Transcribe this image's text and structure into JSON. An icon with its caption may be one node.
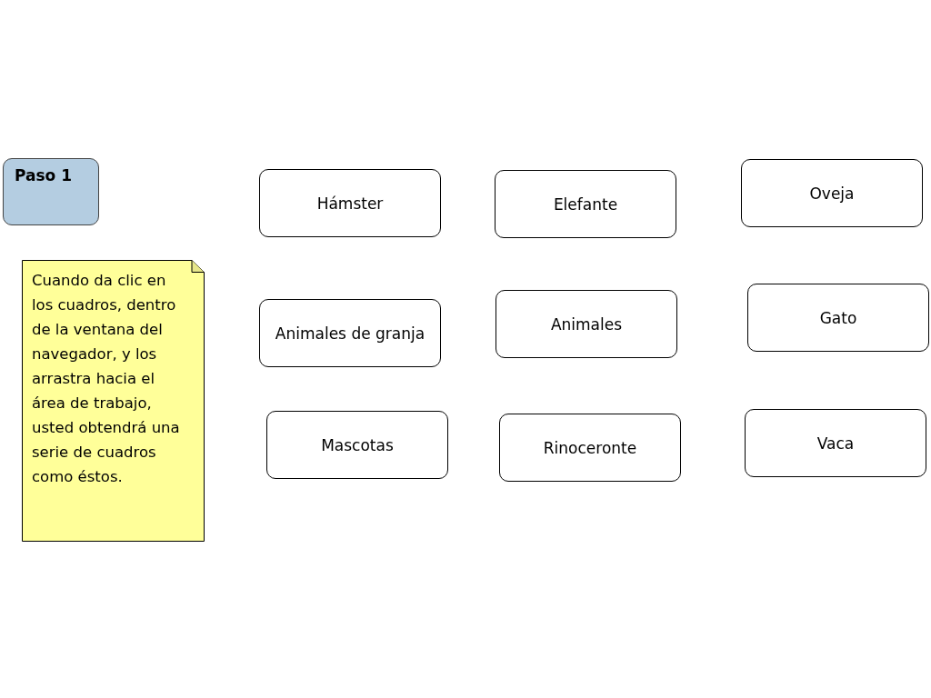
{
  "diagram": {
    "nodes": [
      {
        "text": [
          "Paso 1"
        ]
      },
      {
        "text": [
          "Hámster"
        ]
      },
      {
        "text": [
          "Elefante"
        ]
      },
      {
        "text": [
          "Oveja"
        ]
      },
      {
        "text": [
          "Cuando da clic en los cuadros, dentro de la ventana del navegador, y los arrastra hacia el área de trabajo, usted obtendrá una serie de cuadros como éstos."
        ]
      },
      {
        "text": [
          "Animales de granja"
        ]
      },
      {
        "text": [
          "Animales"
        ]
      },
      {
        "text": [
          "Gato"
        ]
      },
      {
        "text": [
          "Mascotas"
        ]
      },
      {
        "text": [
          "Rinoceronte"
        ]
      },
      {
        "text": [
          "Vaca"
        ]
      }
    ]
  }
}
